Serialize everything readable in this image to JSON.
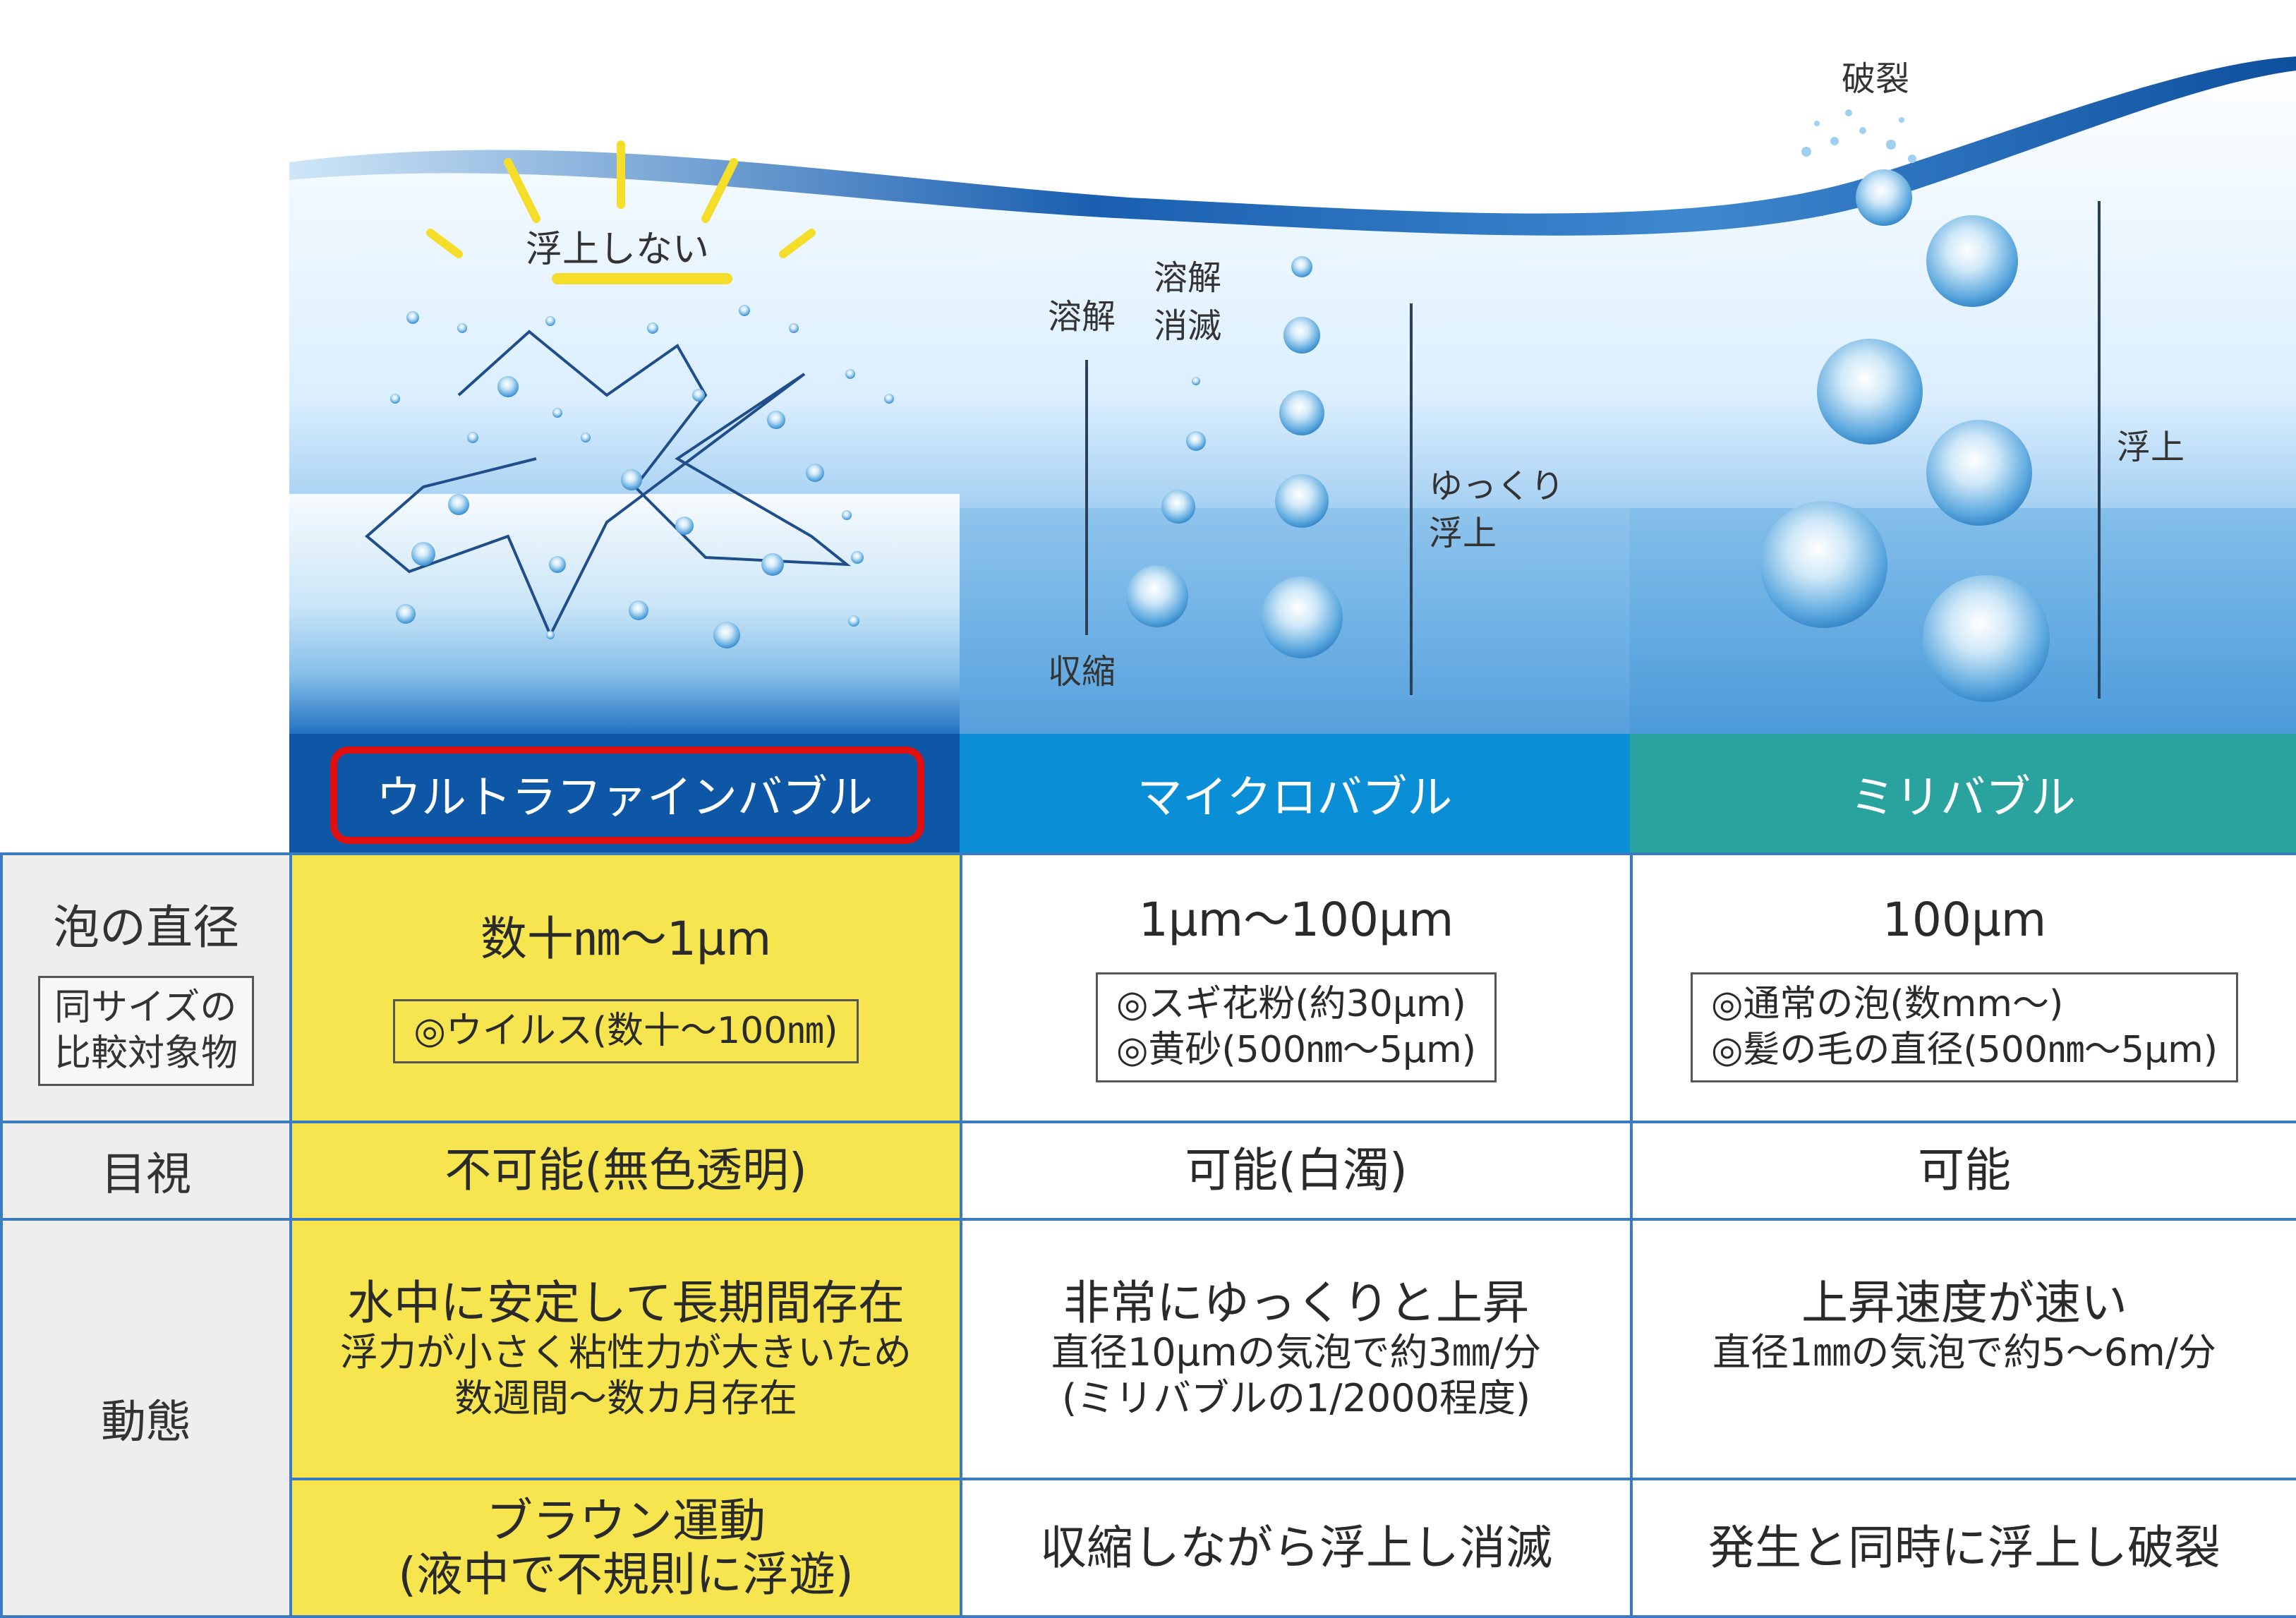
{
  "colors": {
    "ultra_header": "#0d57a6",
    "micro_header": "#0a8fd6",
    "milli_header": "#2aa39f",
    "highlight": "#f6e54e",
    "grid_line": "#3a7cbf",
    "red_outline": "#e01010"
  },
  "scene": {
    "ultra_label": "浮上しない",
    "micro_dissolve": "溶解",
    "micro_dissolve_vanish_1": "溶解",
    "micro_dissolve_vanish_2": "消滅",
    "micro_shrink": "収縮",
    "micro_slow_rise_1": "ゆっくり",
    "micro_slow_rise_2": "浮上",
    "milli_burst": "破裂",
    "milli_rise": "浮上"
  },
  "headers": {
    "ultra": "ウルトラファインバブル",
    "micro": "マイクロバブル",
    "milli": "ミリバブル"
  },
  "rows": {
    "diameter": {
      "label": "泡の直径",
      "compare_label_1": "同サイズの",
      "compare_label_2": "比較対象物",
      "ultra_value": "数十㎚～1µm",
      "ultra_compare": "◎ウイルス(数十～100㎚)",
      "micro_value": "1µm～100µm",
      "micro_compare_1": "◎スギ花粉(約30µm)",
      "micro_compare_2": "◎黄砂(500㎚～5µm)",
      "milli_value": "100µm",
      "milli_compare_1": "◎通常の泡(数mm～)",
      "milli_compare_2": "◎髪の毛の直径(500㎚～5µm)"
    },
    "visibility": {
      "label": "目視",
      "ultra": "不可能(無色透明)",
      "micro": "可能(白濁)",
      "milli": "可能"
    },
    "behavior": {
      "label": "動態",
      "ultra_main": "水中に安定して長期間存在",
      "ultra_sub_1": "浮力が小さく粘性力が大きいため",
      "ultra_sub_2": "数週間～数カ月存在",
      "micro_main": "非常にゆっくりと上昇",
      "micro_sub_1": "直径10µmの気泡で約3㎜/分",
      "micro_sub_2": "(ミリバブルの1/2000程度)",
      "milli_main": "上昇速度が速い",
      "milli_sub_1": "直径1㎜の気泡で約5～6m/分",
      "ultra_motion_1": "ブラウン運動",
      "ultra_motion_2": "(液中で不規則に浮遊)",
      "micro_motion": "収縮しながら浮上し消滅",
      "milli_motion": "発生と同時に浮上し破裂"
    }
  }
}
